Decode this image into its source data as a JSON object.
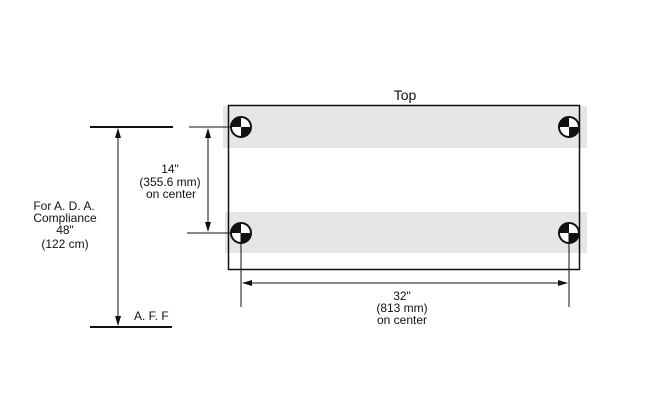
{
  "title": "Top",
  "ada": {
    "lines": [
      "For A. D. A.",
      "Compliance",
      "48\"",
      "(122 cm)"
    ]
  },
  "vertical_spacing": {
    "lines": [
      "14\"",
      "(355.6 mm)",
      "on center"
    ]
  },
  "horizontal_spacing": {
    "lines": [
      "32\"",
      "(813 mm)",
      "on center"
    ]
  },
  "floor_label": "A. F. F",
  "colors": {
    "band": "#e6e6e6",
    "line": "#111111"
  }
}
